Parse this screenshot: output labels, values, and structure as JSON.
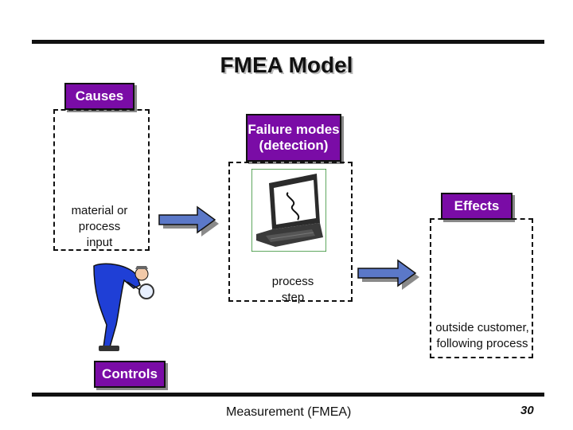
{
  "slide": {
    "title": "FMEA Model",
    "labels": {
      "causes": "Causes",
      "failure_modes_line1": "Failure modes",
      "failure_modes_line2": "(detection)",
      "effects": "Effects",
      "controls": "Controls"
    },
    "texts": {
      "input_line1": "material or",
      "input_line2": "process",
      "input_line3": "input",
      "step_line1": "process",
      "step_line2": "step",
      "output_line1": "outside customer,",
      "output_line2": "following process"
    },
    "footer": "Measurement (FMEA)",
    "page_number": "30"
  },
  "colors": {
    "label_bg": "#7a0ca6",
    "label_text": "#ffffff",
    "arrow_fill": "#5b78c8",
    "figure_blue": "#1f3fd6"
  }
}
